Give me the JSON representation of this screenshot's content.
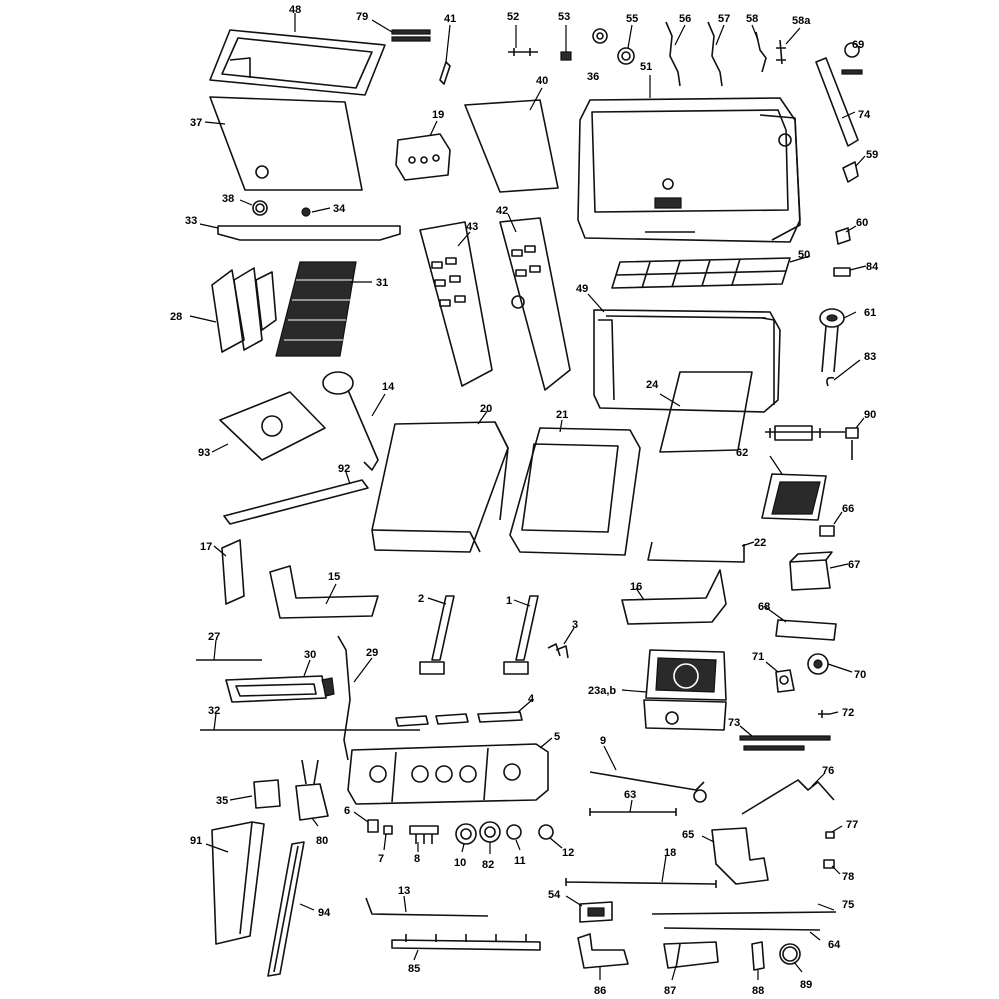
{
  "diagram": {
    "parts": [
      {
        "id": "p48",
        "label": "48",
        "name": "warming-tray-part"
      },
      {
        "id": "p79",
        "label": "79",
        "name": "screw-set-part"
      },
      {
        "id": "p41",
        "label": "41",
        "name": "bracket-part"
      },
      {
        "id": "p52",
        "label": "52",
        "name": "bolt-part"
      },
      {
        "id": "p53",
        "label": "53",
        "name": "spring-part"
      },
      {
        "id": "p55",
        "label": "55",
        "name": "gauge-part"
      },
      {
        "id": "p56",
        "label": "56",
        "name": "wire-part"
      },
      {
        "id": "p57",
        "label": "57",
        "name": "wire-part"
      },
      {
        "id": "p58",
        "label": "58",
        "name": "pin-part"
      },
      {
        "id": "p58a",
        "label": "58a",
        "name": "pin-part"
      },
      {
        "id": "p69",
        "label": "69",
        "name": "screw-set-part"
      },
      {
        "id": "p36",
        "label": "36",
        "name": "ring-part"
      },
      {
        "id": "p51",
        "label": "51",
        "name": "lid-part"
      },
      {
        "id": "p40",
        "label": "40",
        "name": "panel-part"
      },
      {
        "id": "p37",
        "label": "37",
        "name": "panel-part"
      },
      {
        "id": "p19",
        "label": "19",
        "name": "burner-box-part"
      },
      {
        "id": "p74",
        "label": "74",
        "name": "handle-part"
      },
      {
        "id": "p59",
        "label": "59",
        "name": "clip-part"
      },
      {
        "id": "p38",
        "label": "38",
        "name": "ring-part"
      },
      {
        "id": "p34",
        "label": "34",
        "name": "knob-part"
      },
      {
        "id": "p33",
        "label": "33",
        "name": "rail-part"
      },
      {
        "id": "p43",
        "label": "43",
        "name": "side-panel-part"
      },
      {
        "id": "p42",
        "label": "42",
        "name": "side-panel-part"
      },
      {
        "id": "p60",
        "label": "60",
        "name": "clip-part"
      },
      {
        "id": "p84",
        "label": "84",
        "name": "clip-part"
      },
      {
        "id": "p50",
        "label": "50",
        "name": "warming-rack-part"
      },
      {
        "id": "p28",
        "label": "28",
        "name": "heat-plates-part"
      },
      {
        "id": "p31",
        "label": "31",
        "name": "cooking-grate-part"
      },
      {
        "id": "p49",
        "label": "49",
        "name": "firebox-part"
      },
      {
        "id": "p61",
        "label": "61",
        "name": "burner-part"
      },
      {
        "id": "p83",
        "label": "83",
        "name": "hook-part"
      },
      {
        "id": "p14",
        "label": "14",
        "name": "igniter-part"
      },
      {
        "id": "p24",
        "label": "24",
        "name": "plate-part"
      },
      {
        "id": "p20",
        "label": "20",
        "name": "cabinet-part"
      },
      {
        "id": "p21",
        "label": "21",
        "name": "cabinet-part"
      },
      {
        "id": "p90",
        "label": "90",
        "name": "rotisserie-part"
      },
      {
        "id": "p93",
        "label": "93",
        "name": "plate-part"
      },
      {
        "id": "p92",
        "label": "92",
        "name": "rail-part"
      },
      {
        "id": "p62",
        "label": "62",
        "name": "grate-part"
      },
      {
        "id": "p66",
        "label": "66",
        "name": "bracket-part"
      },
      {
        "id": "p17",
        "label": "17",
        "name": "hinge-part"
      },
      {
        "id": "p22",
        "label": "22",
        "name": "handle-part"
      },
      {
        "id": "p67",
        "label": "67",
        "name": "block-part"
      },
      {
        "id": "p15",
        "label": "15",
        "name": "tray-part"
      },
      {
        "id": "p16",
        "label": "16",
        "name": "tray-part"
      },
      {
        "id": "p68",
        "label": "68",
        "name": "burner-part"
      },
      {
        "id": "p2",
        "label": "2",
        "name": "burner-tube-part"
      },
      {
        "id": "p1",
        "label": "1",
        "name": "burner-tube-part"
      },
      {
        "id": "p3",
        "label": "3",
        "name": "clip-part"
      },
      {
        "id": "p27",
        "label": "27",
        "name": "rod-part"
      },
      {
        "id": "p30",
        "label": "30",
        "name": "burner-part"
      },
      {
        "id": "p29",
        "label": "29",
        "name": "wire-part"
      },
      {
        "id": "p71",
        "label": "71",
        "name": "valve-part"
      },
      {
        "id": "p70",
        "label": "70",
        "name": "valve-part"
      },
      {
        "id": "p23ab",
        "label": "23a,b",
        "name": "side-burner-part"
      },
      {
        "id": "p32",
        "label": "32",
        "name": "rod-part"
      },
      {
        "id": "p4",
        "label": "4",
        "name": "tubes-part"
      },
      {
        "id": "p72",
        "label": "72",
        "name": "screw-part"
      },
      {
        "id": "p73",
        "label": "73",
        "name": "screw-set-part"
      },
      {
        "id": "p5",
        "label": "5",
        "name": "control-panel-part"
      },
      {
        "id": "p9",
        "label": "9",
        "name": "manifold-part"
      },
      {
        "id": "p76",
        "label": "76",
        "name": "wire-part"
      },
      {
        "id": "p35",
        "label": "35",
        "name": "cup-part"
      },
      {
        "id": "p80",
        "label": "80",
        "name": "bracket-part"
      },
      {
        "id": "p6",
        "label": "6",
        "name": "valve-part"
      },
      {
        "id": "p7",
        "label": "7",
        "name": "valve-part"
      },
      {
        "id": "p8",
        "label": "8",
        "name": "valve-part"
      },
      {
        "id": "p10",
        "label": "10",
        "name": "knob-part"
      },
      {
        "id": "p82",
        "label": "82",
        "name": "knob-part"
      },
      {
        "id": "p11",
        "label": "11",
        "name": "knob-part"
      },
      {
        "id": "p12",
        "label": "12",
        "name": "knob-part"
      },
      {
        "id": "p63",
        "label": "63",
        "name": "hose-part"
      },
      {
        "id": "p77",
        "label": "77",
        "name": "clip-part"
      },
      {
        "id": "p65",
        "label": "65",
        "name": "bracket-part"
      },
      {
        "id": "p91",
        "label": "91",
        "name": "leg-part"
      },
      {
        "id": "p94",
        "label": "94",
        "name": "leg-part"
      },
      {
        "id": "p18",
        "label": "18",
        "name": "rod-part"
      },
      {
        "id": "p78",
        "label": "78",
        "name": "clip-part"
      },
      {
        "id": "p13",
        "label": "13",
        "name": "crossover-part"
      },
      {
        "id": "p54",
        "label": "54",
        "name": "plate-part"
      },
      {
        "id": "p75",
        "label": "75",
        "name": "rod-part"
      },
      {
        "id": "p64",
        "label": "64",
        "name": "rod-part"
      },
      {
        "id": "p85",
        "label": "85",
        "name": "crossover-part"
      },
      {
        "id": "p86",
        "label": "86",
        "name": "bracket-part"
      },
      {
        "id": "p87",
        "label": "87",
        "name": "bracket-part"
      },
      {
        "id": "p88",
        "label": "88",
        "name": "bracket-part"
      },
      {
        "id": "p89",
        "label": "89",
        "name": "ring-part"
      }
    ]
  }
}
